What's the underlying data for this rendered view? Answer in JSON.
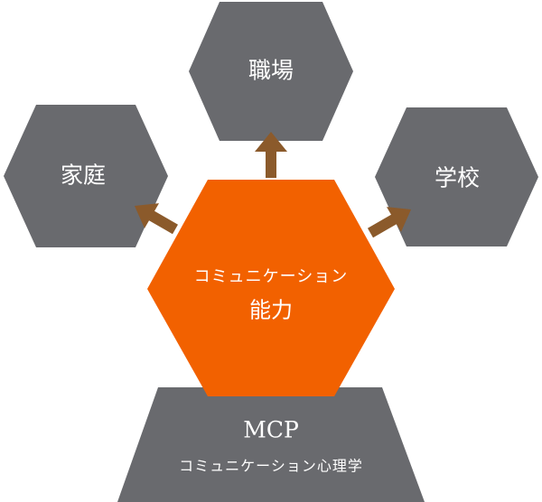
{
  "colors": {
    "gray_hexagon": "#696a6e",
    "center_hexagon": "#f26100",
    "arrow": "#8b5a2b",
    "base": "#696a6e",
    "text": "#ffffff"
  },
  "center": {
    "line1": "コミュニケーション",
    "line2": "能力"
  },
  "outcomes": {
    "top": "職場",
    "left": "家庭",
    "right": "学校"
  },
  "base": {
    "line1": "MCP",
    "line2": "コミュニケーション心理学"
  }
}
